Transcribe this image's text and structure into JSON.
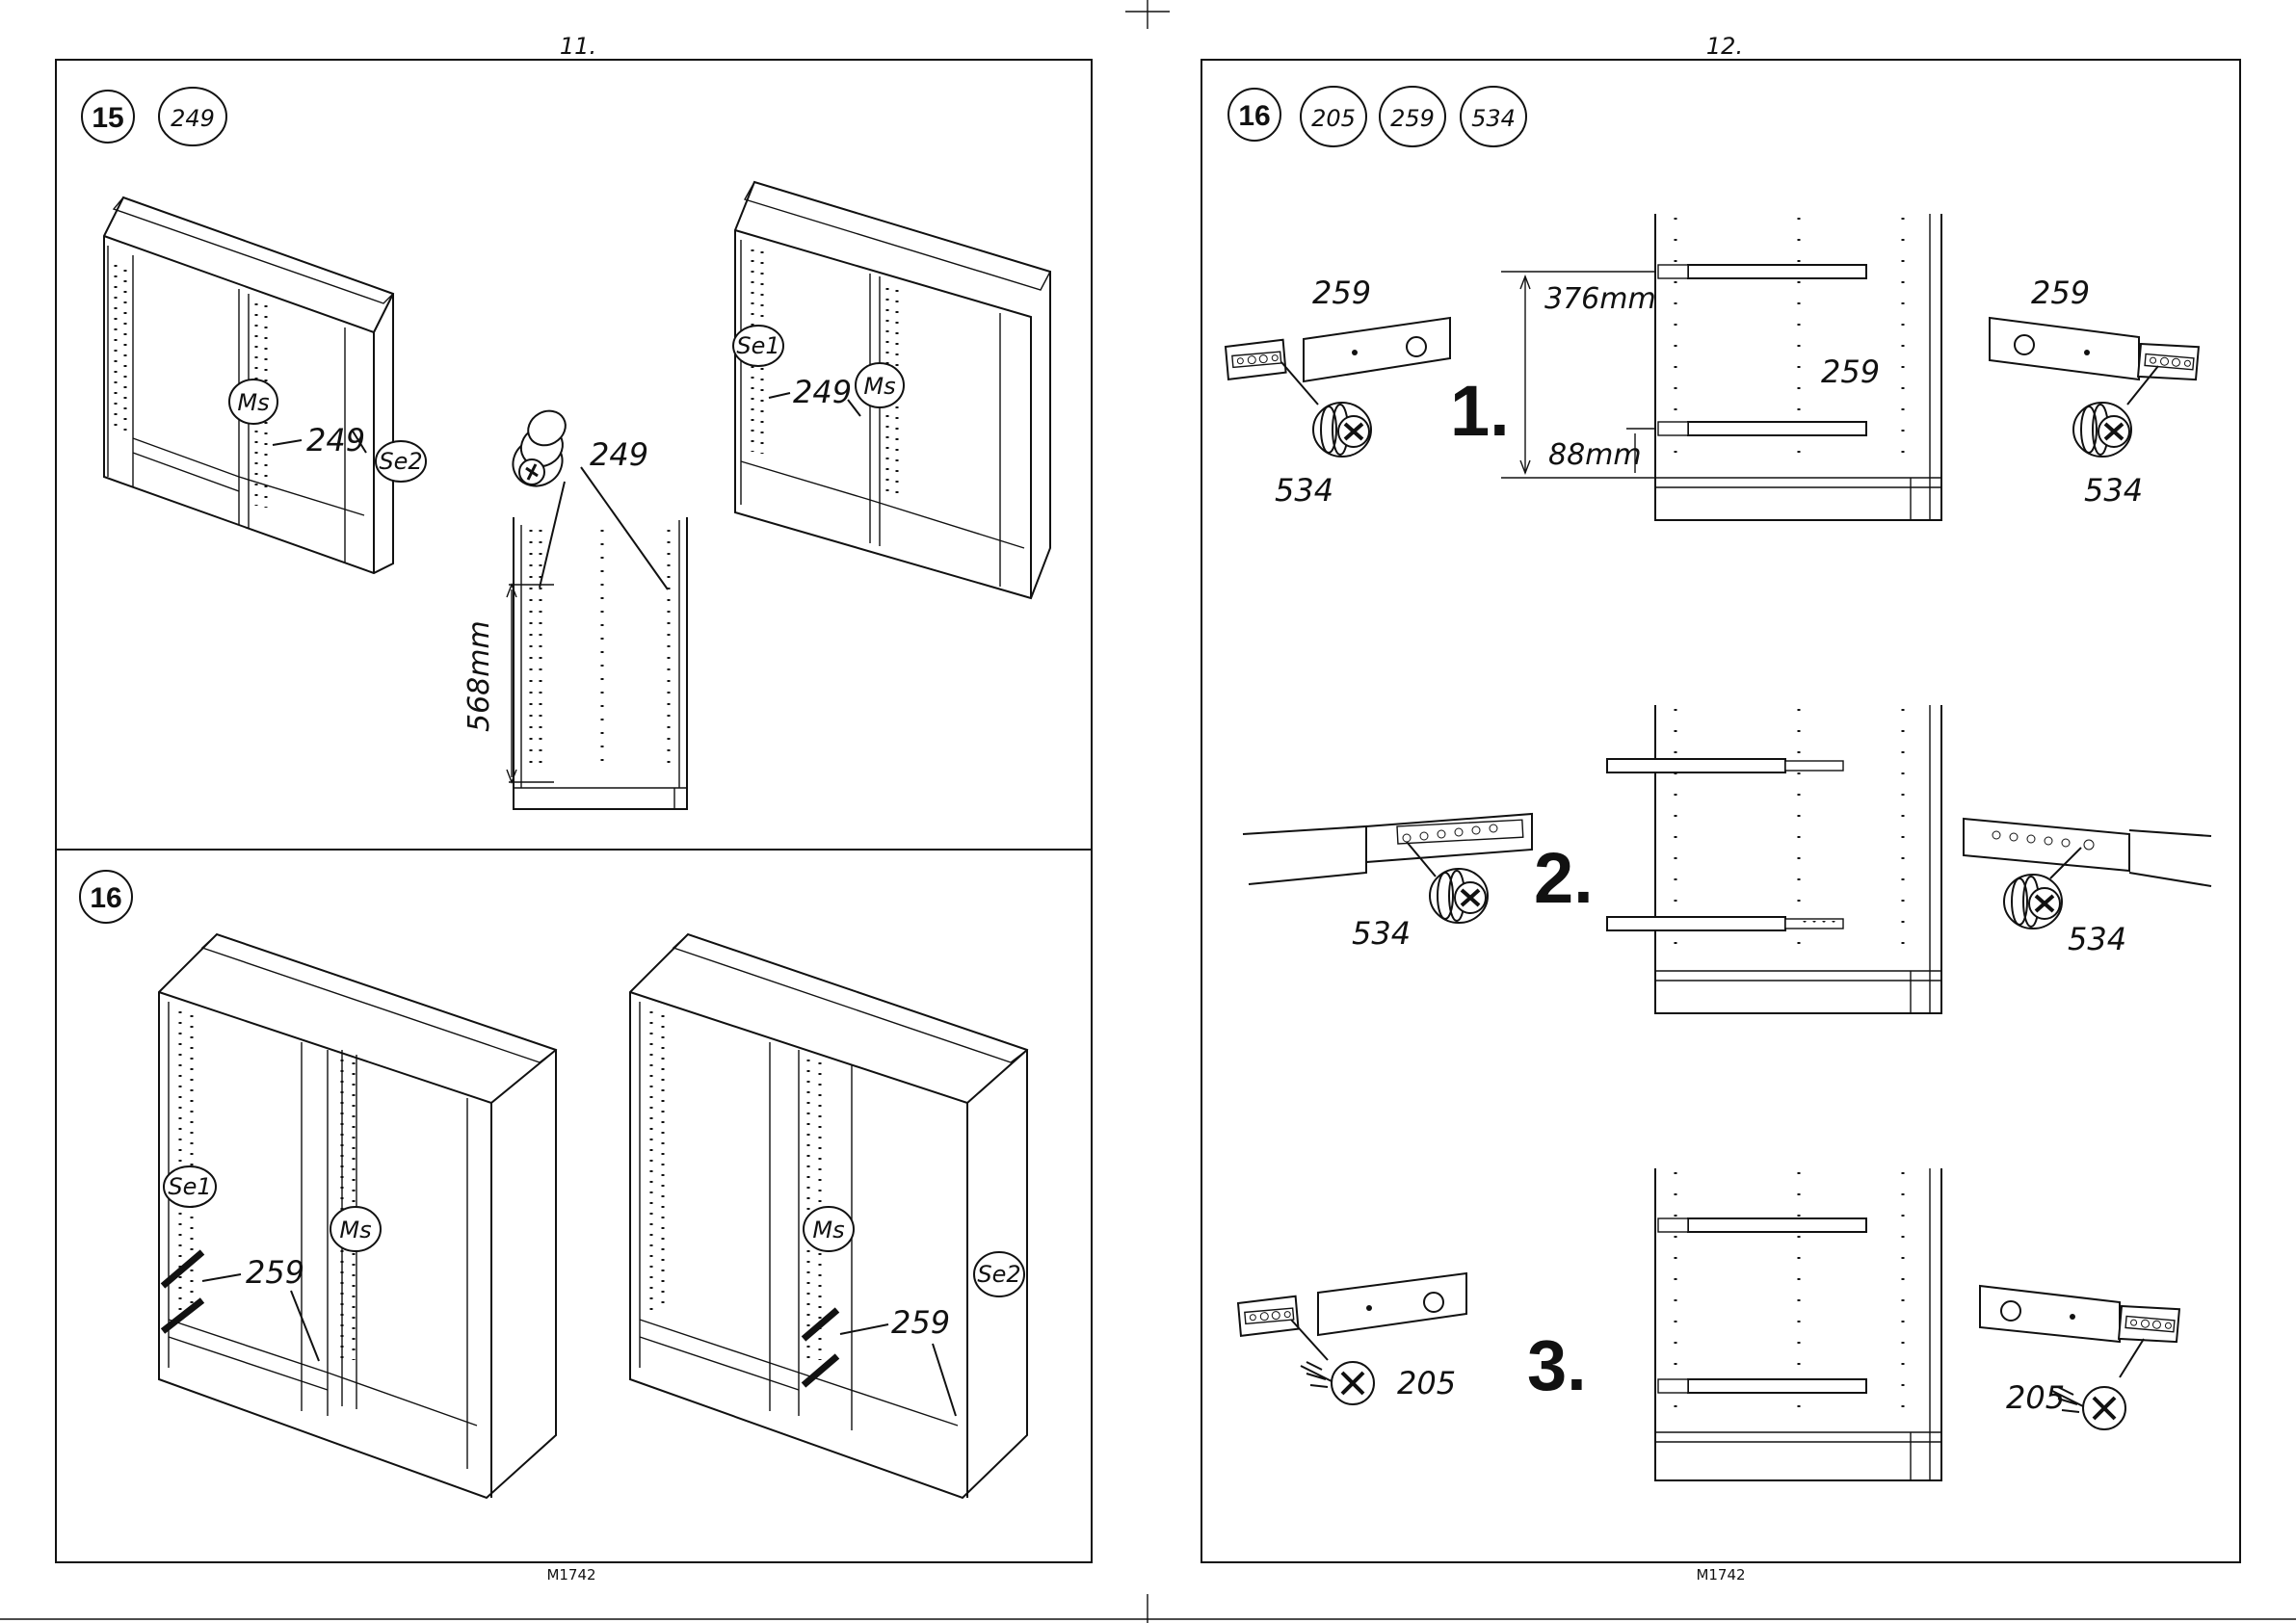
{
  "pages": {
    "left_number": "11.",
    "right_number": "12.",
    "left_footer": "M1742",
    "right_footer": "M1742"
  },
  "step15": {
    "step": "15",
    "parts": [
      "249"
    ],
    "callouts": {
      "part": "249",
      "ms": "Ms",
      "se1": "Se1",
      "se2": "Se2"
    },
    "dimension": "568mm"
  },
  "step16_left": {
    "step": "16",
    "callouts": {
      "part": "259",
      "ms": "Ms",
      "se1": "Se1",
      "se2": "Se2"
    }
  },
  "step16_right": {
    "step": "16",
    "parts": [
      "205",
      "259",
      "534"
    ],
    "sub1": {
      "label": "1.",
      "dim_upper": "376mm",
      "dim_lower": "88mm",
      "rail": "259",
      "screw": "534"
    },
    "sub2": {
      "label": "2.",
      "screw": "534"
    },
    "sub3": {
      "label": "3.",
      "screw": "205"
    }
  }
}
